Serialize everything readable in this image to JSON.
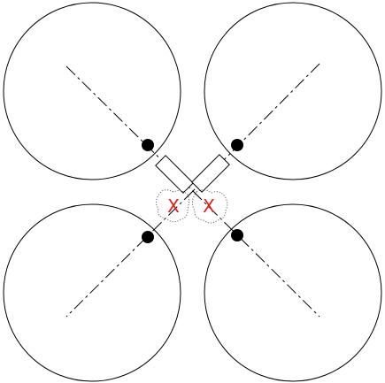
{
  "colors": {
    "outline": "#000000",
    "dot": "#000000",
    "cross": "#e02020",
    "cross_outline": "#666666",
    "background": "#ffffff"
  },
  "circles": [
    {
      "name": "top-left"
    },
    {
      "name": "top-right"
    },
    {
      "name": "bottom-left"
    },
    {
      "name": "bottom-right"
    }
  ],
  "marks": [
    {
      "name": "left",
      "label": "X"
    },
    {
      "name": "right",
      "label": "X"
    }
  ]
}
